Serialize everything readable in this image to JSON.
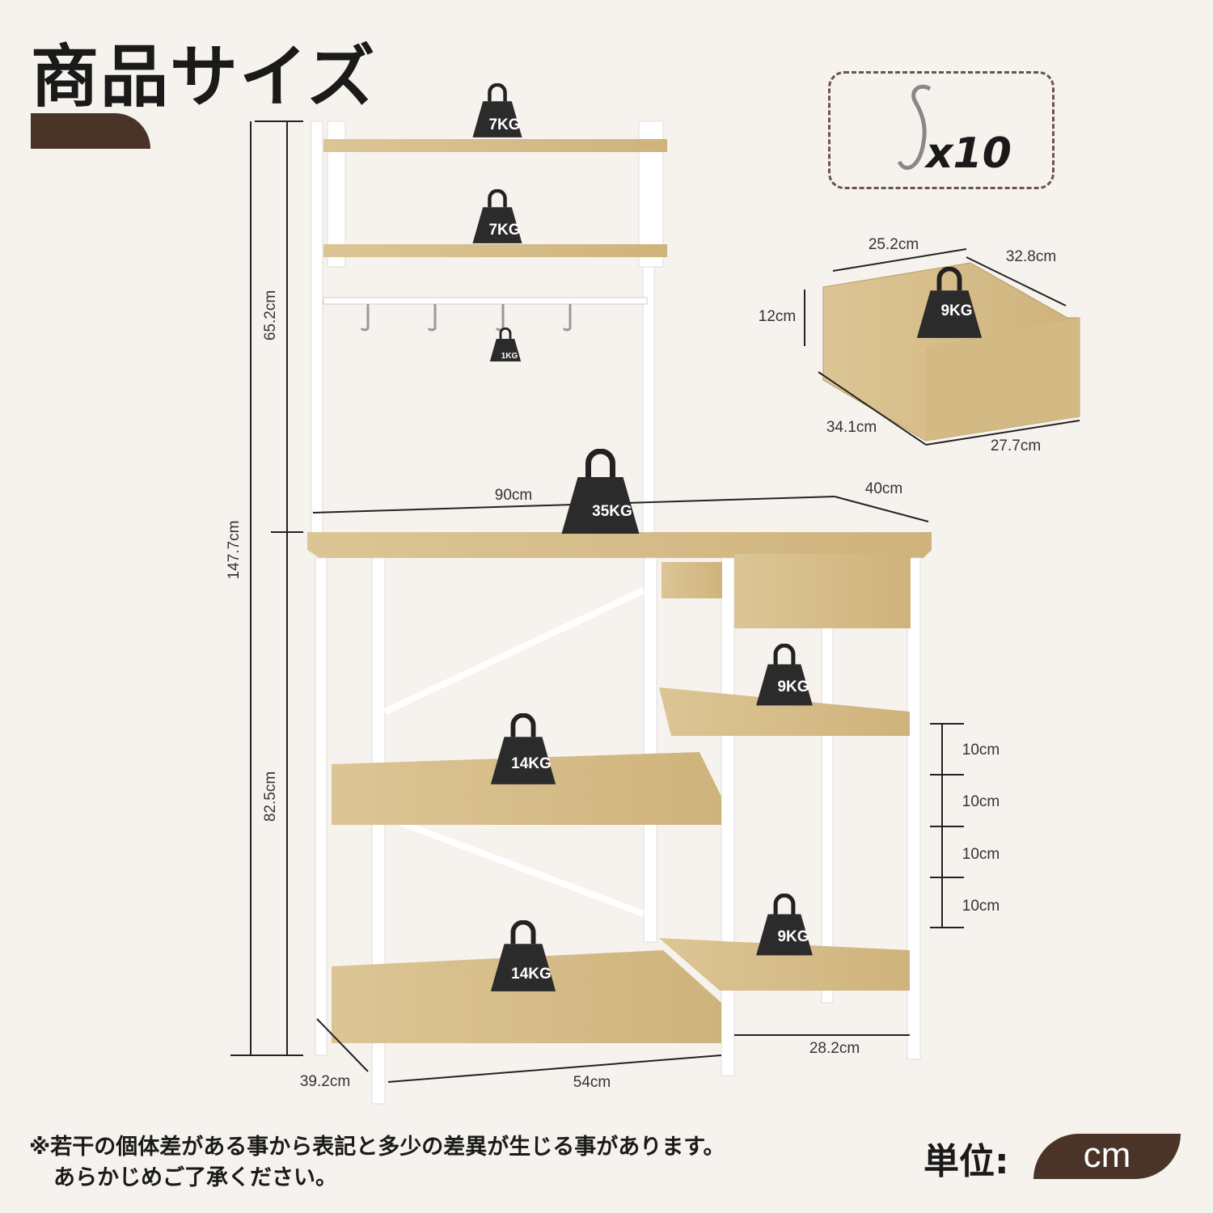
{
  "title": "商品サイズ",
  "accessory": {
    "hooks_count": "x10"
  },
  "dimensions": {
    "top_section_height": "65.2cm",
    "total_height": "147.7cm",
    "lower_section_height": "82.5cm",
    "width": "90cm",
    "depth": "40cm",
    "bottom_depth": "39.2cm",
    "bottom_left_width": "54cm",
    "bottom_right_width": "28.2cm",
    "adjust_steps": [
      "10cm",
      "10cm",
      "10cm",
      "10cm"
    ],
    "drawer": {
      "top_width": "25.2cm",
      "top_depth": "32.8cm",
      "height": "12cm",
      "bottom_depth": "34.1cm",
      "bottom_width": "27.7cm"
    }
  },
  "loads": {
    "top_shelf": "7KG",
    "second_shelf": "7KG",
    "hook": "1KG",
    "tabletop": "35KG",
    "drawer": "9KG",
    "right_upper_shelf": "9KG",
    "left_middle_shelf": "14KG",
    "left_bottom_shelf": "14KG",
    "right_bottom_shelf": "9KG"
  },
  "note": [
    "※若干の個体差がある事から表記と多少の差異が生じる事があります。",
    "あらかじめご了承ください。"
  ],
  "unit": {
    "label": "単位:",
    "value": "cm"
  },
  "colors": {
    "background": "#f6f3ee",
    "brand": "#4a3428",
    "wood": "#d9c08f"
  }
}
